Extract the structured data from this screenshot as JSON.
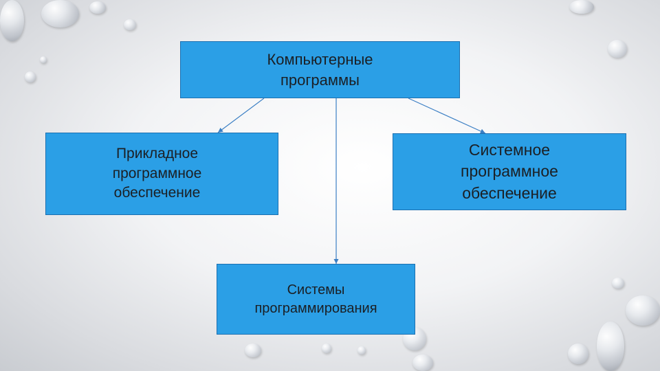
{
  "diagram": {
    "root": {
      "label": "Компьютерные\nпрограммы"
    },
    "children": [
      {
        "label": "Прикладное\nпрограммное\nобеспечение"
      },
      {
        "label": "Системное\nпрограммное\nобеспечение"
      },
      {
        "label": "Системы\nпрограммирования"
      }
    ]
  },
  "colors": {
    "box_fill": "#2b9fe6",
    "box_border": "#1b6fb0",
    "connector": "#3b7fc4",
    "text": "#1b1f24"
  }
}
